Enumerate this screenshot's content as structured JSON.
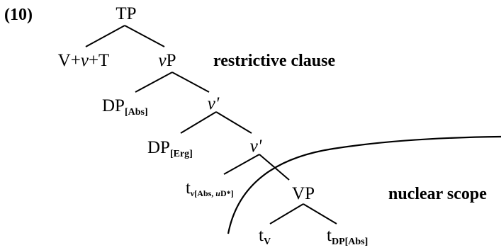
{
  "example_number": "(10)",
  "nodes": {
    "tp": "TP",
    "verb_complex": {
      "v1": "V+",
      "v2": "v",
      "v3": "+T"
    },
    "vp_top": {
      "head": "v",
      "rest": "P"
    },
    "dp_abs": {
      "base": "DP",
      "sub": "[Abs]"
    },
    "vbar1": "v'",
    "dp_erg": {
      "base": "DP",
      "sub": "[Erg]"
    },
    "vbar2": "v'",
    "trace_v": {
      "base": "t",
      "sub_head": "v",
      "sub_open": "[Abs, ",
      "sub_u": "u",
      "sub_d": "D*]"
    },
    "vp_low": "VP",
    "trace_V": {
      "base": "t",
      "sub": "V"
    },
    "trace_dp": {
      "base": "t",
      "sub": "DP[Abs]"
    }
  },
  "labels": {
    "restrictive_clause": "restrictive clause",
    "nuclear_scope": "nuclear scope"
  }
}
